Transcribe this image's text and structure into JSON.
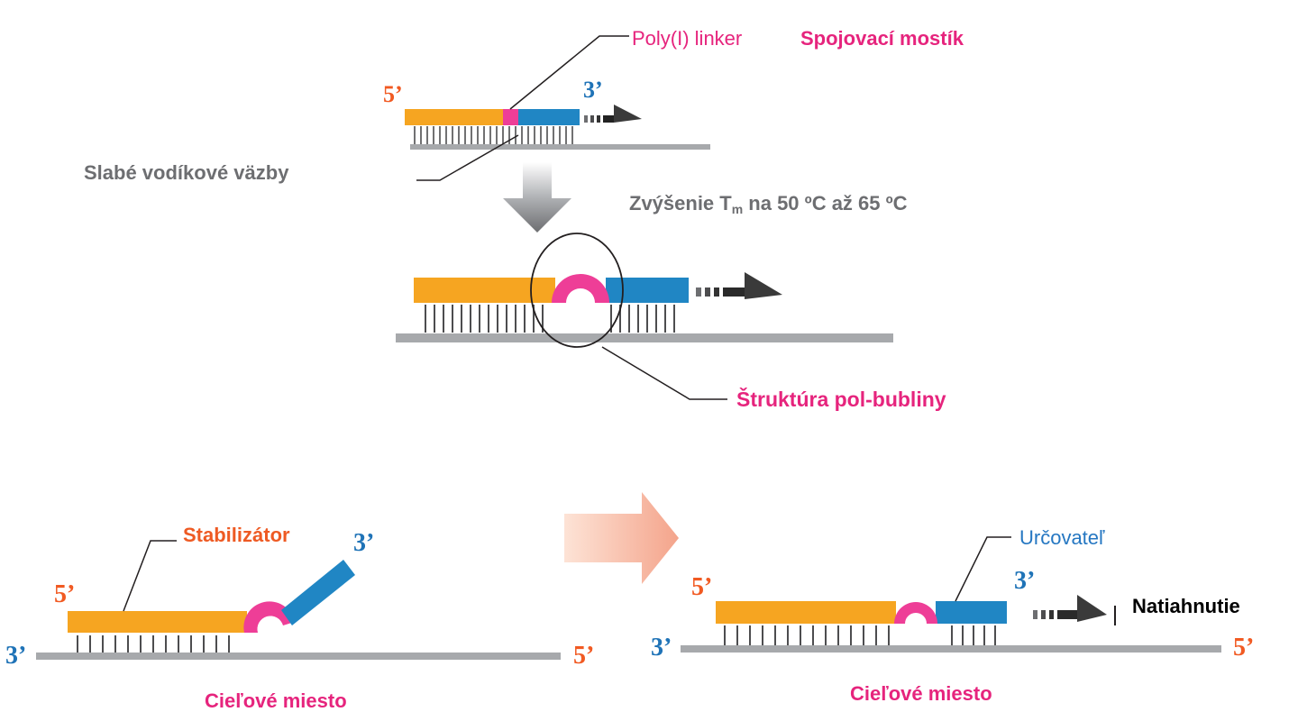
{
  "colors": {
    "stabilizer": "#f6a521",
    "linker": "#ee3e97",
    "determiner": "#2086c4",
    "template": "#a7a9ac",
    "label_grey": "#6d6e71",
    "label_magenta": "#e6247d",
    "label_orange": "#ee5a23",
    "label_blue": "#2577c2",
    "end_orange": "#f15a22",
    "end_blue": "#1f73b7"
  },
  "icons": [
    "extension-arrow-icon",
    "down-arrow-icon",
    "right-arrow-icon"
  ],
  "top": {
    "linker_label": "Poly(I) linker",
    "linker_label_sk": "Spojovací mostík",
    "end5": "5’",
    "end3": "3’",
    "hbonds_label": "Slabé vodíkové väzby"
  },
  "middle": {
    "tm_prefix": "Zvýšenie T",
    "tm_sub": "m",
    "tm_suffix": " na 50 ºC až 65 ºC",
    "bubble_label": "Štruktúra pol-bubliny"
  },
  "bottom_left": {
    "stabilizer_label": "Stabilizátor",
    "primer_5": "5’",
    "primer_3": "3’",
    "template_3": "3’",
    "template_5": "5’",
    "target_label": "Cieľové miesto"
  },
  "bottom_right": {
    "determiner_label": "Určovateľ",
    "primer_5": "5’",
    "primer_3": "3’",
    "template_3": "3’",
    "template_5": "5’",
    "annealing_label": "Natiahnutie",
    "target_label": "Cieľové miesto"
  }
}
